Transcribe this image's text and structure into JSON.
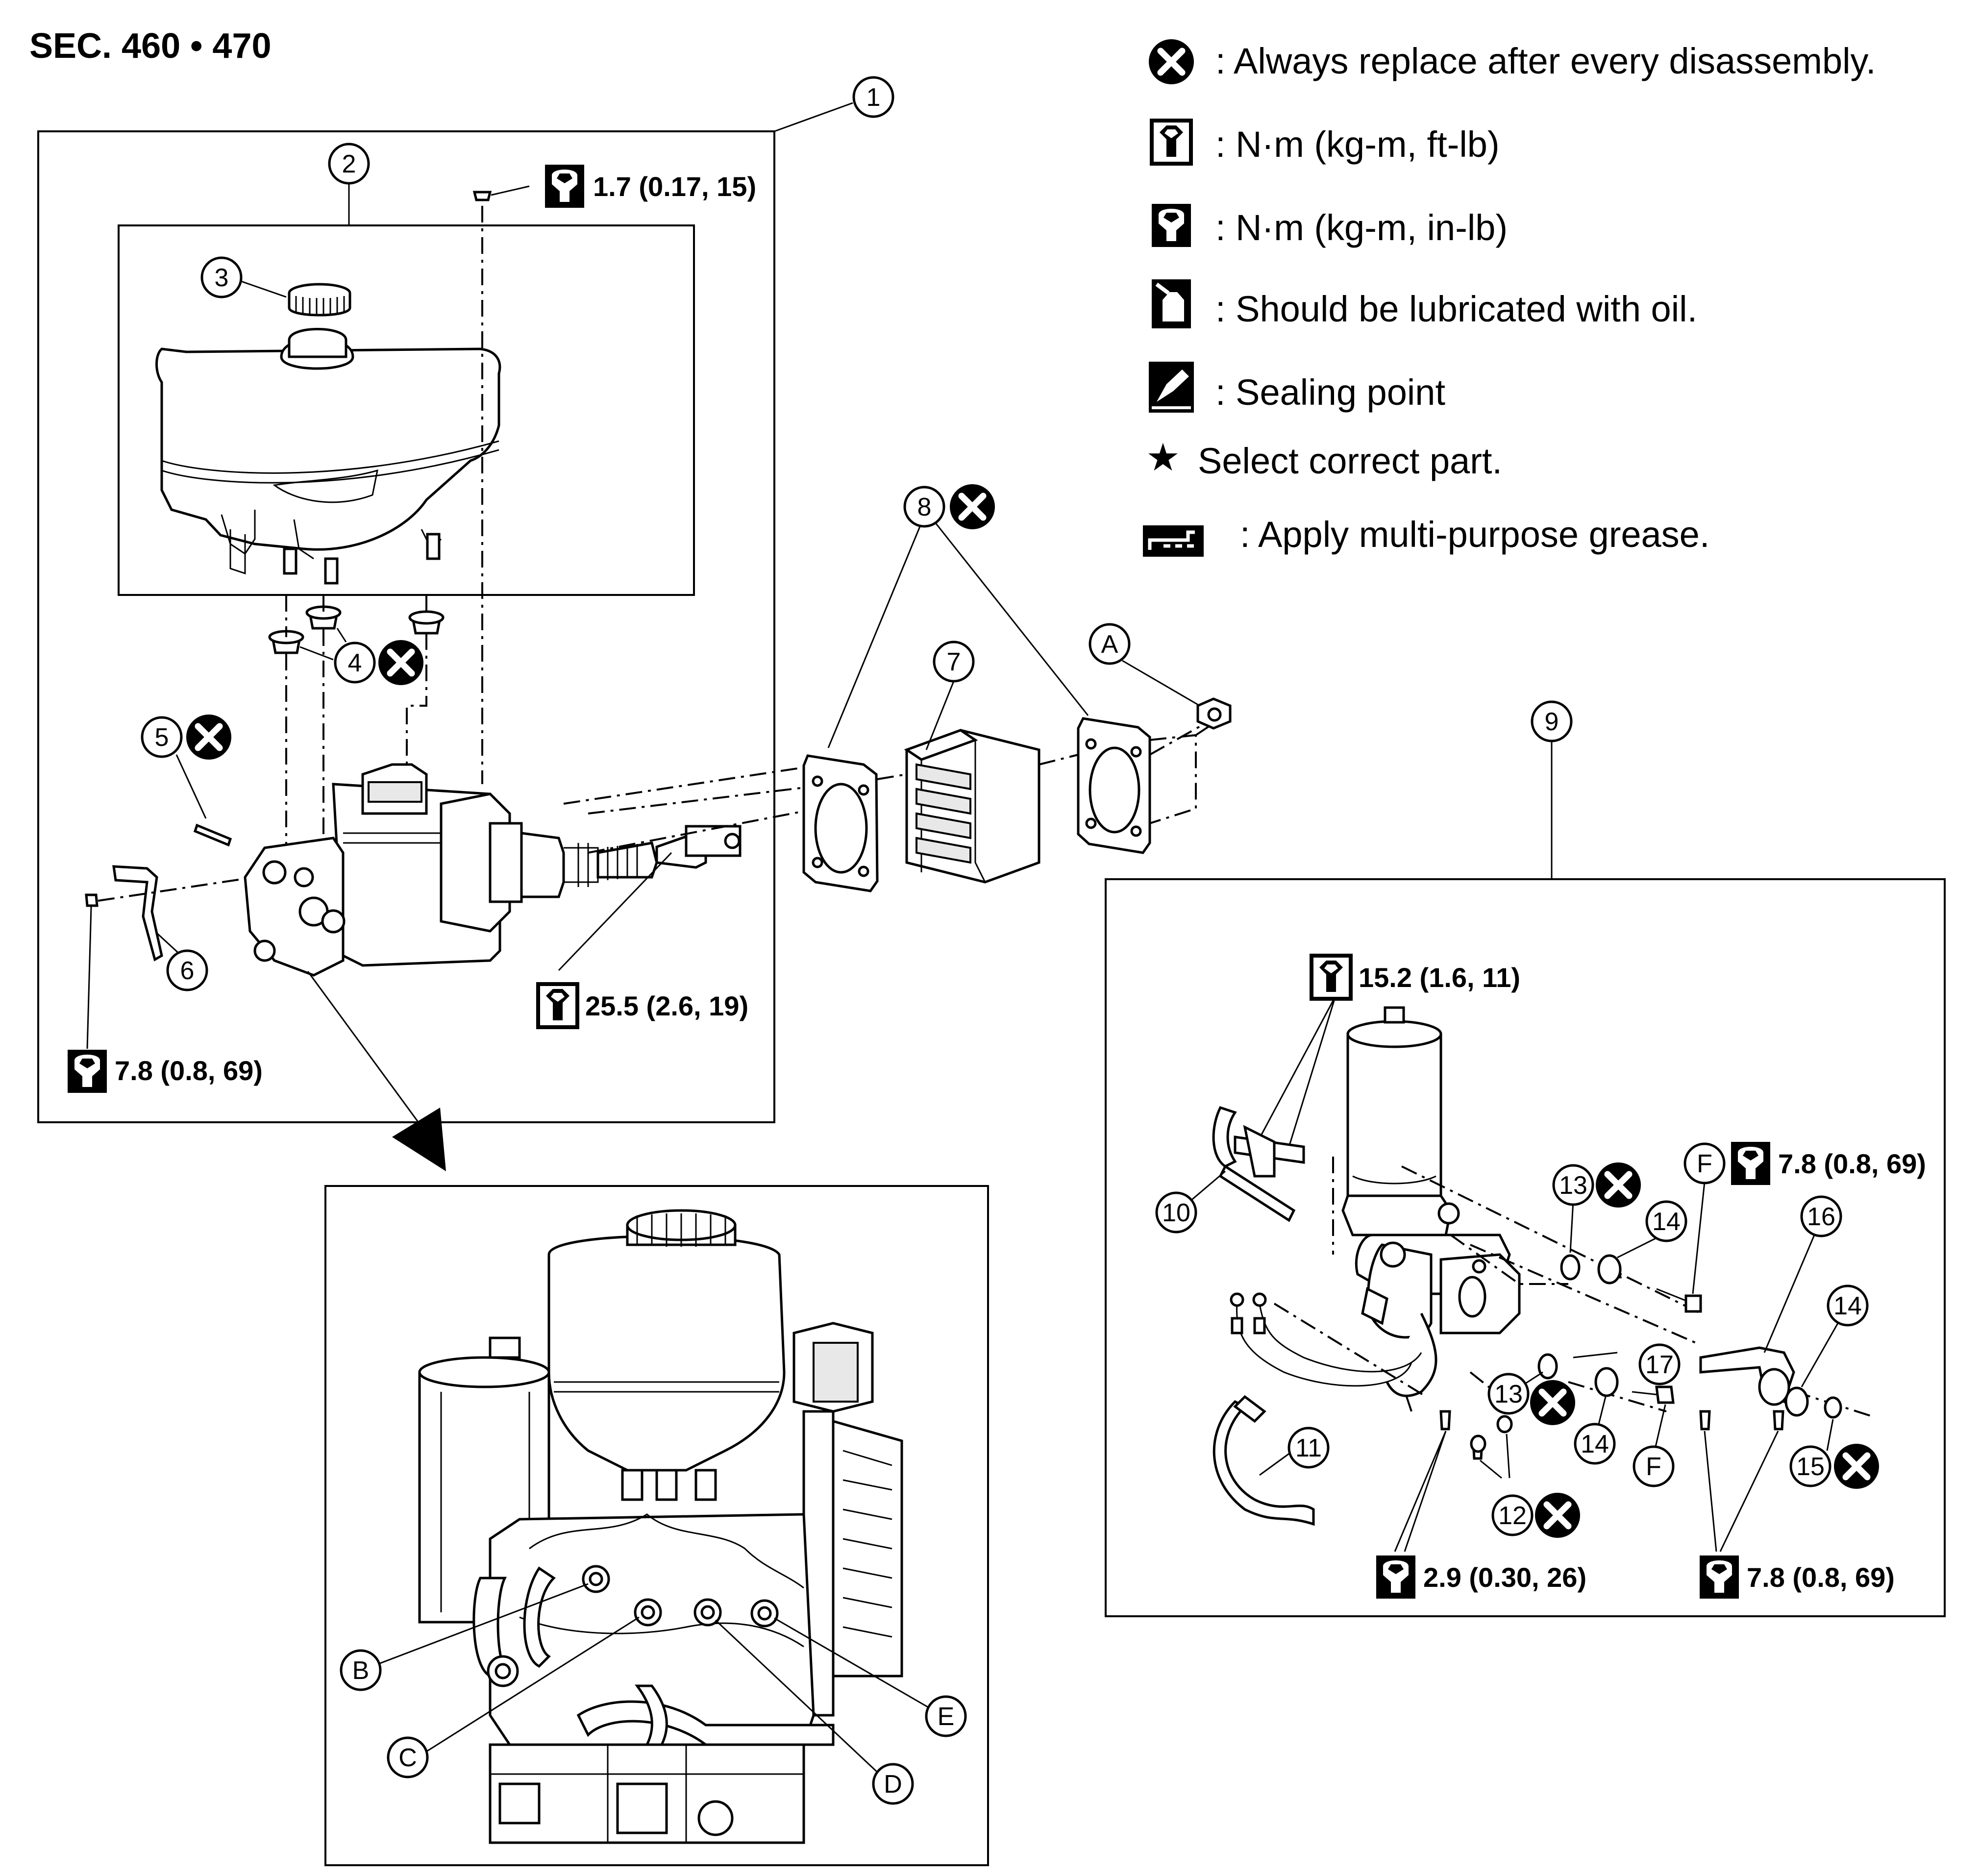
{
  "section_title": "SEC. 460 • 470",
  "legend": [
    {
      "icon": "x-circle-icon",
      "text": ": Always replace after every disassembly."
    },
    {
      "icon": "wrench-ft-lb-icon",
      "text": ": N·m (kg-m, ft-lb)"
    },
    {
      "icon": "wrench-in-lb-icon",
      "text": ": N·m (kg-m, in-lb)"
    },
    {
      "icon": "oil-can-icon",
      "text": ": Should be lubricated with oil."
    },
    {
      "icon": "sealing-point-icon",
      "text": ": Sealing point"
    },
    {
      "icon": "star-icon",
      "text": "Select correct part."
    },
    {
      "icon": "grease-icon",
      "text": ": Apply multi-purpose grease."
    }
  ],
  "legend_star": "★",
  "callouts": {
    "c1": "1",
    "c2": "2",
    "c3": "3",
    "c4": "4",
    "c5": "5",
    "c6": "6",
    "c7": "7",
    "c8": "8",
    "c9": "9",
    "c10": "10",
    "c11": "11",
    "c12": "12",
    "c13a": "13",
    "c13b": "13",
    "c14a": "14",
    "c14b": "14",
    "c14c": "14",
    "c15": "15",
    "c16": "16",
    "c17": "17",
    "cA": "A",
    "cB": "B",
    "cC": "C",
    "cD": "D",
    "cE": "E",
    "cF1": "F",
    "cF2": "F"
  },
  "torque_specs": {
    "t1": "1.7 (0.17, 15)",
    "t2": "25.5 (2.6, 19)",
    "t3": "7.8 (0.8, 69)",
    "t4": "15.2 (1.6, 11)",
    "t5": "7.8 (0.8, 69)",
    "t6": "2.9 (0.30, 26)",
    "t7": "7.8 (0.8, 69)"
  }
}
